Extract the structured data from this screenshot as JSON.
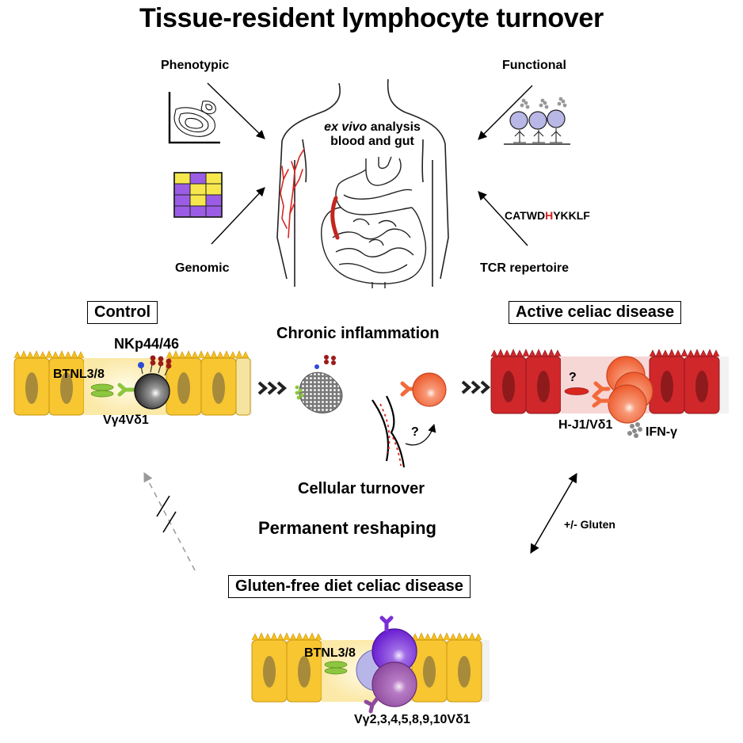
{
  "title": "Tissue-resident lymphocyte turnover",
  "analysis": {
    "phenotypic": "Phenotypic",
    "functional": "Functional",
    "genomic": "Genomic",
    "tcr_repertoire": "TCR repertoire",
    "center_line1_em": "ex vivo",
    "center_line1_rest": " analysis",
    "center_line2": "blood and gut",
    "cdr3_prefix": "CATWD",
    "cdr3_highlight": "H",
    "cdr3_suffix": "YKKLF"
  },
  "control": {
    "heading": "Control",
    "receptor": "NKp44/46",
    "ligand": "BTNL3/8",
    "tcr": "Vγ4Vδ1"
  },
  "middle": {
    "chronic": "Chronic inflammation",
    "question": "?",
    "turnover": "Cellular turnover",
    "reshaping": "Permanent reshaping"
  },
  "active": {
    "heading": "Active celiac disease",
    "question": "?",
    "tcr": "H-J1/Vδ1",
    "cytokine": "IFN-γ"
  },
  "gluten_arrow": "+/- Gluten",
  "gfd": {
    "heading": "Gluten-free diet celiac disease",
    "ligand": "BTNL3/8",
    "tcr": "Vγ2,3,4,5,8,9,10Vδ1"
  },
  "colors": {
    "epithelium_control": "#f7c631",
    "epithelium_active": "#d0272b",
    "nucleus_control": "#a88a3b",
    "nucleus_active": "#8e1a1c",
    "lymphocyte_control": "#3d3d3d",
    "lymphocyte_active": "#f26a3b",
    "lymphocyte_gfd_1": "#7a2fd6",
    "lymphocyte_gfd_2": "#a05ab8",
    "ligand_green": "#8dc63f",
    "highlight_red": "#d81e1e"
  }
}
